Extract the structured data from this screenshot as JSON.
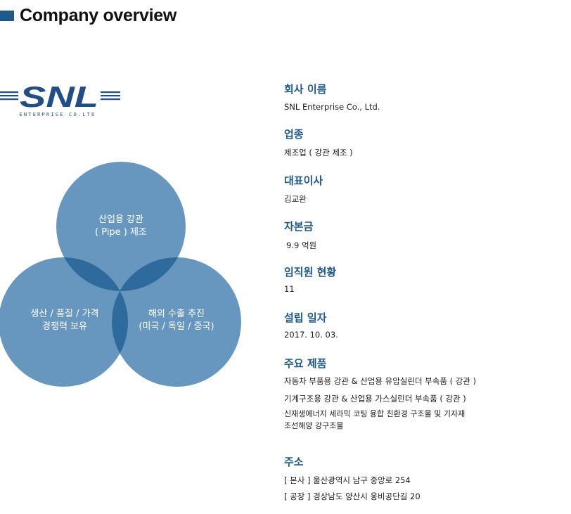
{
  "header": {
    "title": "Company overview",
    "accent": "#1f5a8a"
  },
  "logo": {
    "mark": "SNL",
    "tagline": "ENTERPRISE CO.LTD",
    "color": "#1f4f86"
  },
  "diagram": {
    "circle_color": "#6797bf",
    "overlap_color": "#2e6b9c",
    "circles": [
      {
        "lines": [
          "산업용 강관",
          "( Pipe ) 제조"
        ]
      },
      {
        "lines": [
          "생산 / 품질 / 가격",
          "경쟁력 보유"
        ]
      },
      {
        "lines": [
          "해외 수출 추진",
          "(미국 / 독일 / 중국)"
        ]
      }
    ]
  },
  "info": {
    "company_name": {
      "label": "회사 이름",
      "value": "SNL Enterprise Co., Ltd."
    },
    "industry": {
      "label": "업종",
      "value": "제조업 ( 강관 제조 )"
    },
    "ceo": {
      "label": "대표이사",
      "value": "김교완"
    },
    "capital": {
      "label": "자본금",
      "value": "9.9 억원"
    },
    "employees": {
      "label": "임직원 현황",
      "value": "11"
    },
    "founded": {
      "label": "설립 일자",
      "value": "2017. 10. 03."
    },
    "products": {
      "label": "주요 제품",
      "items": [
        "자동차 부품용 강관 & 산업용 유압실린더 부속품 ( 강관 )",
        "기계구조용 강관 & 산업용 가스실린더 부속품 ( 강관 )",
        "신재생에너지 세라믹 코팅 융합 친환경 구조물 및 기자재",
        "조선해양 강구조물"
      ]
    },
    "address": {
      "label": "주소",
      "items": [
        "[ 본사 ]  울산광역시 남구 중앙로 254",
        "[ 공장 ]  경상남도 양산시 웅비공단길 20"
      ]
    }
  }
}
